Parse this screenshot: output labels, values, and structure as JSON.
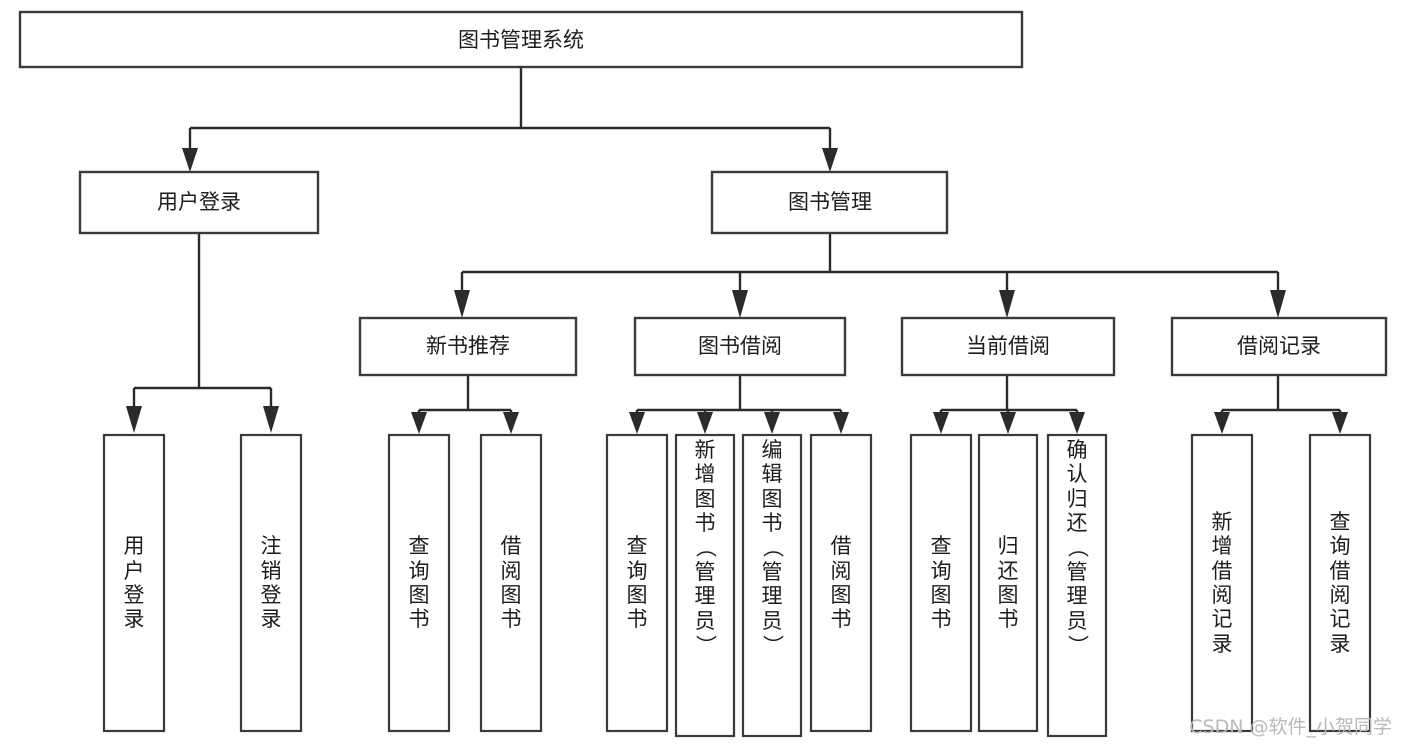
{
  "diagram": {
    "title": "图书管理系统",
    "type": "functional-structure-tree",
    "watermark": "CSDN @软件_小贺同学",
    "colors": {
      "box_stroke": "#3a3a3a",
      "connector": "#2b2b2b",
      "background": "#ffffff",
      "text": "#1d1d1d",
      "watermark": "#b9b9b9"
    },
    "root": {
      "label": "图书管理系统"
    },
    "level2": [
      {
        "label": "用户登录"
      },
      {
        "label": "图书管理"
      }
    ],
    "level3": [
      {
        "label": "新书推荐"
      },
      {
        "label": "图书借阅"
      },
      {
        "label": "当前借阅"
      },
      {
        "label": "借阅记录"
      }
    ],
    "leaves": {
      "user_login": [
        {
          "label": "用户登录"
        },
        {
          "label": "注销登录"
        }
      ],
      "new_book_recommend": [
        {
          "label": "查询图书"
        },
        {
          "label": "借阅图书"
        }
      ],
      "book_borrow": [
        {
          "label": "查询图书"
        },
        {
          "label": "新增图书（管理员）"
        },
        {
          "label": "编辑图书（管理员）"
        },
        {
          "label": "借阅图书"
        }
      ],
      "current_borrow": [
        {
          "label": "查询图书"
        },
        {
          "label": "归还图书"
        },
        {
          "label": "确认归还（管理员）"
        }
      ],
      "borrow_records": [
        {
          "label": "新增借阅记录"
        },
        {
          "label": "查询借阅记录"
        }
      ]
    }
  }
}
